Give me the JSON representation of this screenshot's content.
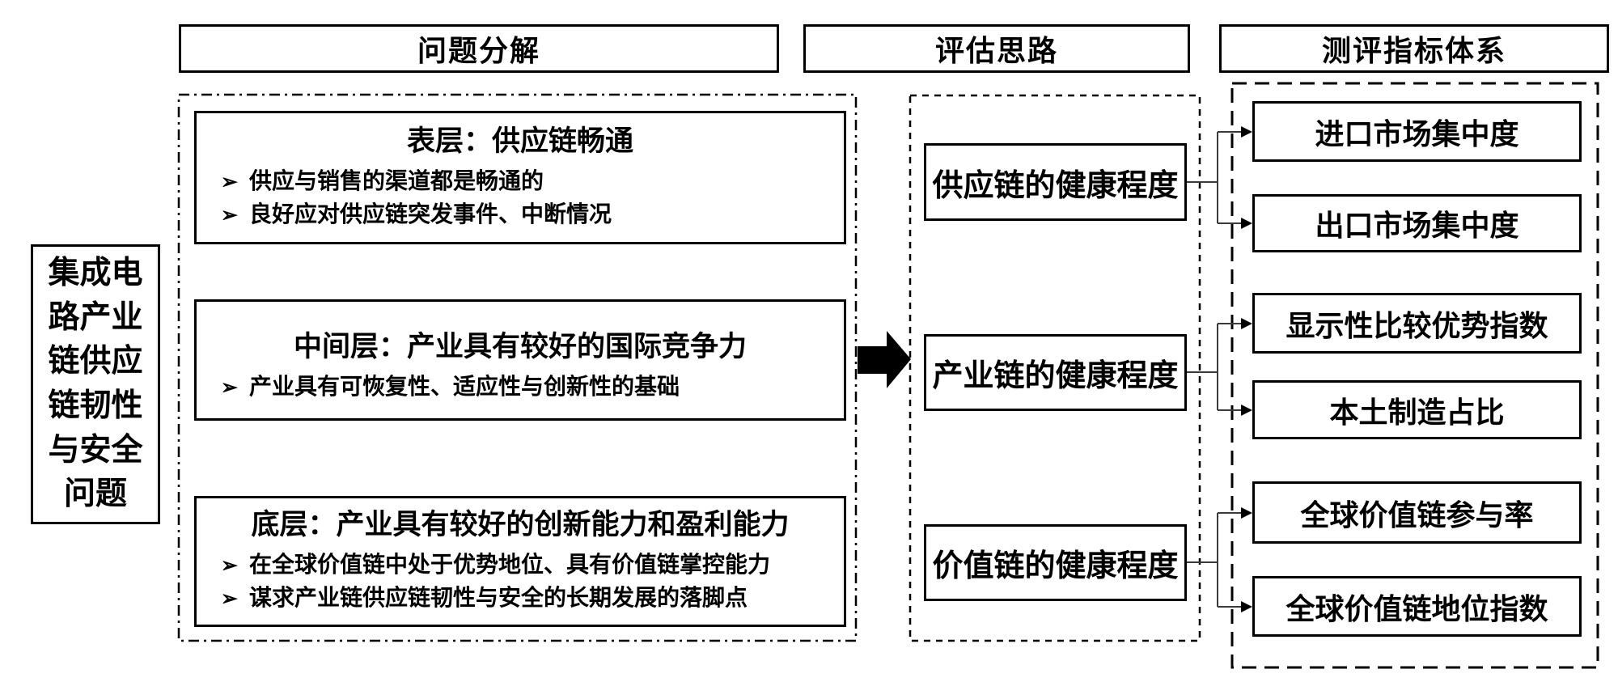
{
  "colors": {
    "ink": "#000000",
    "connector": "#3a3a3a",
    "background": "#ffffff"
  },
  "bullet_marker": "➢",
  "headers": [
    {
      "label": "问题分解"
    },
    {
      "label": "评估思路"
    },
    {
      "label": "测评指标体系"
    }
  ],
  "root_box": {
    "text": "集成电路产业链供应链韧性与安全问题"
  },
  "problem_layers": [
    {
      "title": "表层：供应链畅通",
      "bullets": [
        "供应与销售的渠道都是畅通的",
        "良好应对供应链突发事件、中断情况"
      ]
    },
    {
      "title": "中间层：产业具有较好的国际竞争力",
      "bullets": [
        "产业具有可恢复性、适应性与创新性的基础"
      ]
    },
    {
      "title": "底层：产业具有较好的创新能力和盈利能力",
      "bullets": [
        "在全球价值链中处于优势地位、具有价值链掌控能力",
        "谋求产业链供应链韧性与安全的长期发展的落脚点"
      ]
    }
  ],
  "evaluation_boxes": [
    {
      "label": "供应链的健康程度"
    },
    {
      "label": "产业链的健康程度"
    },
    {
      "label": "价值链的健康程度"
    }
  ],
  "indicator_boxes": [
    {
      "label": "进口市场集中度"
    },
    {
      "label": "出口市场集中度"
    },
    {
      "label": "显示性比较优势指数"
    },
    {
      "label": "本土制造占比"
    },
    {
      "label": "全球价值链参与率"
    },
    {
      "label": "全球价值链地位指数"
    }
  ]
}
